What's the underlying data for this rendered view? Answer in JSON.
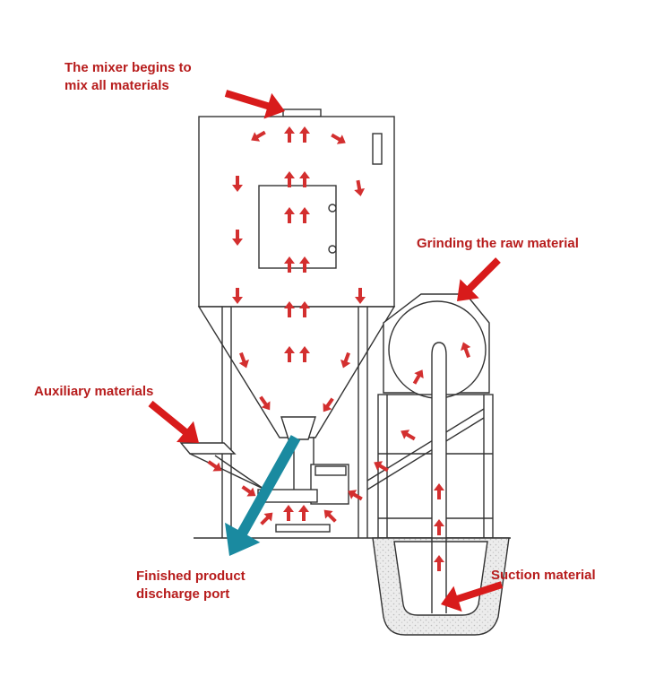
{
  "labels": {
    "mixer_line1": "The mixer begins to",
    "mixer_line2": "mix all materials",
    "grinding": "Grinding the raw material",
    "auxiliary": "Auxiliary materials",
    "finished_line1": "Finished product",
    "finished_line2": "discharge port",
    "suction": "Suction material"
  },
  "colors": {
    "label_text": "#b71c1c",
    "flow_arrow": "#d32f2f",
    "pointer_arrow": "#d81b1b",
    "discharge_arrow": "#1a8aa0",
    "line_art": "#333333",
    "pit_fill": "#e9e9e9"
  }
}
